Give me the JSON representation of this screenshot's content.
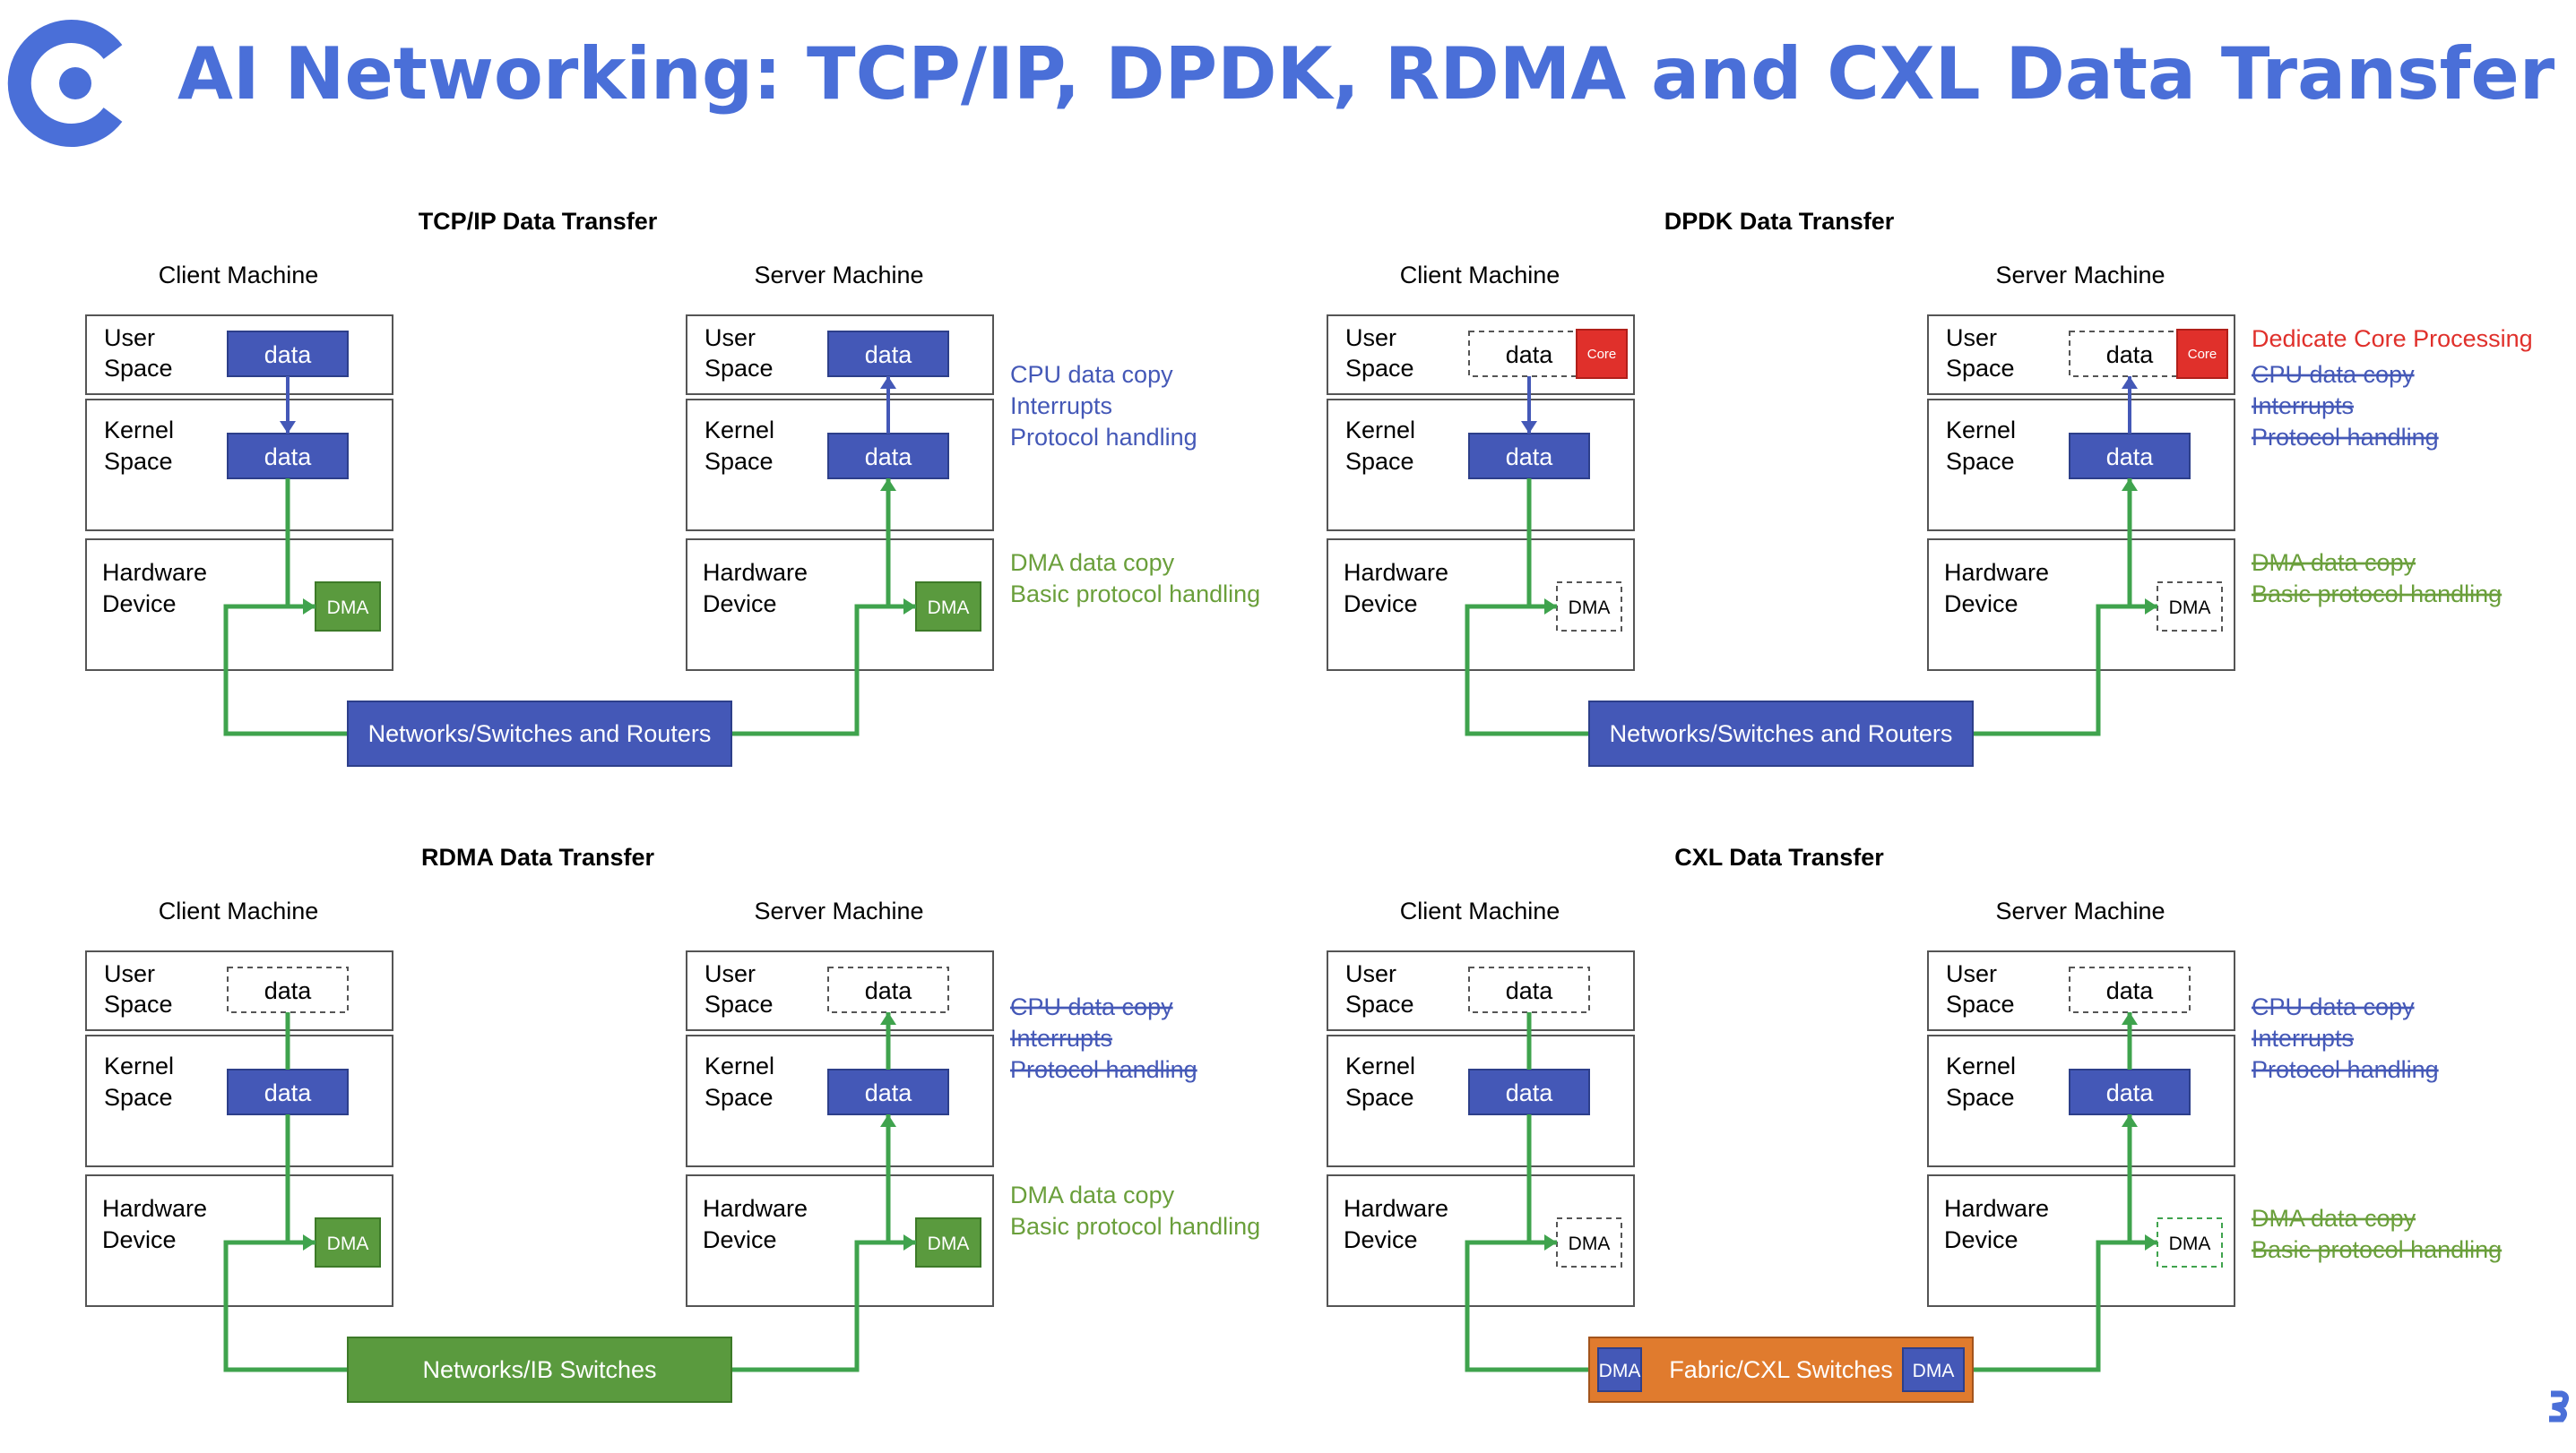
{
  "title": "AI Networking: TCP/IP, DPDK, RDMA and CXL Data Transfer",
  "colors": {
    "title": "#4a6fd8",
    "blue_box": "#4458b7",
    "green": "#3fa34d",
    "green_box": "#5a9a3e",
    "red": "#e0302b",
    "orange": "#e07b2e",
    "cpu_note": "#4458b7",
    "dma_note": "#6a9f3b"
  },
  "common": {
    "client_machine": "Client Machine",
    "server_machine": "Server Machine",
    "user_space": [
      "User",
      "Space"
    ],
    "kernel_space": [
      "Kernel",
      "Space"
    ],
    "hardware_device": [
      "Hardware",
      "Device"
    ],
    "data": "data",
    "dma": "DMA",
    "core": "Core"
  },
  "notes": {
    "cpu": [
      "CPU data copy",
      "Interrupts",
      "Protocol handling"
    ],
    "dma": [
      "DMA data copy",
      "Basic protocol handling"
    ],
    "dedicate": "Dedicate Core Processing"
  },
  "panels": [
    {
      "title": "TCP/IP Data Transfer",
      "network": "Networks/Switches and Routers"
    },
    {
      "title": "DPDK Data Transfer",
      "network": "Networks/Switches and Routers"
    },
    {
      "title": "RDMA Data Transfer",
      "network": "Networks/IB Switches"
    },
    {
      "title": "CXL Data Transfer",
      "network": "Fabric/CXL Switches"
    }
  ],
  "icons": {
    "logo": "c-logo-icon",
    "corner": "partial-logo-icon"
  }
}
